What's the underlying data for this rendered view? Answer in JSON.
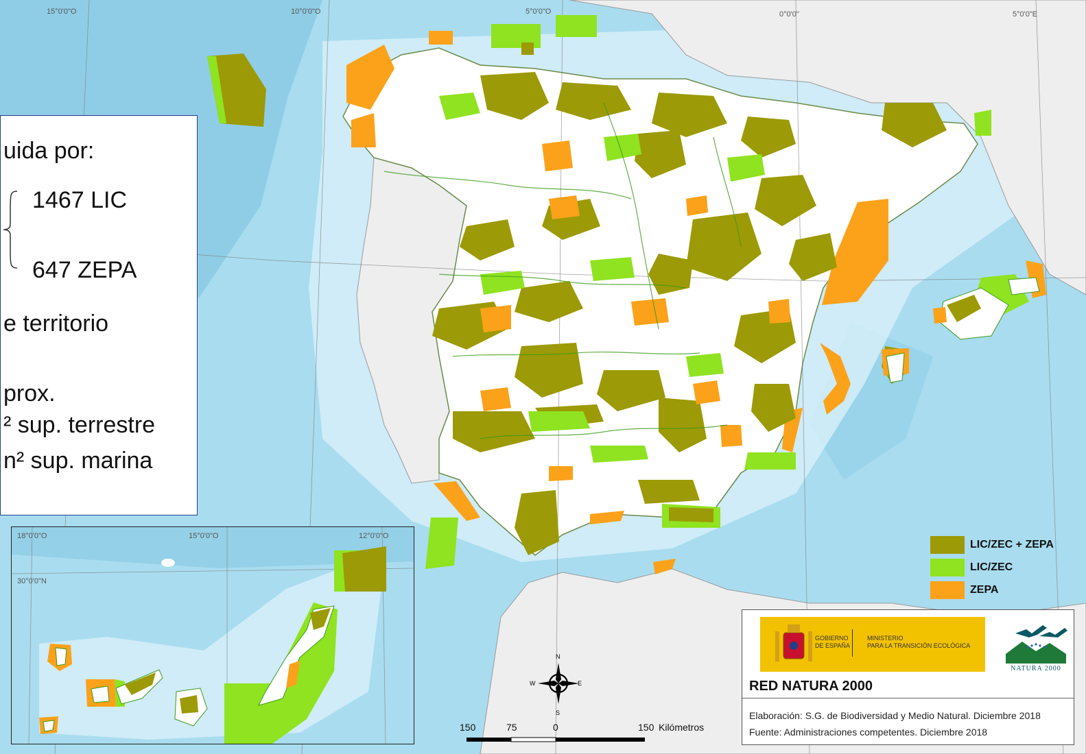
{
  "graticule": {
    "lon_15w": "15°0'0\"O",
    "lon_10w": "10°0'0\"O",
    "lon_5w": "5°0'0\"O",
    "lon_0": "0°0'0\"",
    "lon_5e": "5°0'0\"E"
  },
  "info_box": {
    "line1": "uida por:",
    "lic": "1467 LIC",
    "zepa": "647 ZEPA",
    "line4": "e territorio",
    "line5": "prox.",
    "line6": "² sup. terrestre",
    "line7": "n² sup. marina"
  },
  "inset": {
    "lon_18w": "18°0'0\"O",
    "lon_15w": "15°0'0\"O",
    "lon_12w": "12°0'0\"O",
    "lat_30n": "30°0'0\"N"
  },
  "legend": {
    "items": [
      {
        "label": "LIC/ZEC + ZEPA",
        "color": "#9c9a06"
      },
      {
        "label": "LIC/ZEC",
        "color": "#8fe320"
      },
      {
        "label": "ZEPA",
        "color": "#fba21a"
      }
    ]
  },
  "compass": {
    "n": "N",
    "s": "S",
    "e": "E",
    "w": "W"
  },
  "scale_bar": {
    "t150a": "150",
    "t75": "75",
    "t0": "0",
    "t150b": "150",
    "unit": "Kilómetros"
  },
  "credit": {
    "gob1": "GOBIERNO",
    "gob2": "DE ESPAÑA",
    "min1": "MINISTERIO",
    "min2": "PARA LA TRANSICIÓN ECOLÓGICA",
    "natura": "NATURA 2000",
    "title": "RED NATURA 2000",
    "elab": "Elaboración: S.G. de Biodiversidad y Medio Natural. Diciembre 2018",
    "fuente": "Fuente: Administraciones competentes. Diciembre 2018"
  },
  "colors": {
    "sea": "#a9dcef",
    "land": "#eeeeee",
    "spain": "#ffffff",
    "lic_zepa": "#9c9a06",
    "lic": "#8fe320",
    "zepa": "#fba21a"
  }
}
